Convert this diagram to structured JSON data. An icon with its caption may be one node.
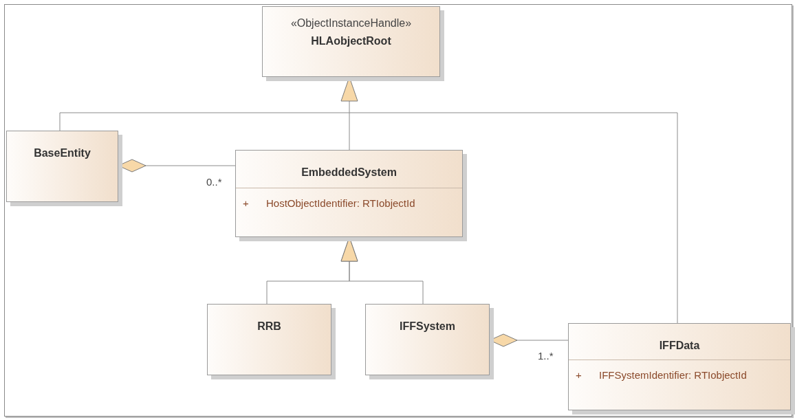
{
  "diagram": {
    "nodes": [
      {
        "text": [
          "«ObjectInstanceHandle»",
          "HLAobjectRoot"
        ]
      },
      {
        "text": [
          "BaseEntity"
        ]
      },
      {
        "text": [
          "EmbeddedSystem",
          "+",
          "HostObjectIdentifier: RTIobjectId"
        ]
      },
      {
        "text": [
          "RRB"
        ]
      },
      {
        "text": [
          "IFFSystem"
        ]
      },
      {
        "text": [
          "IFFData",
          "+",
          "IFFSystemIdentifier: RTIobjectId"
        ]
      }
    ],
    "edges": [
      {
        "from": 2,
        "to": 0,
        "arrow": "to"
      },
      {
        "from": 3,
        "to": 2,
        "arrow": "to"
      },
      {
        "from": 4,
        "to": 2,
        "arrow": "to"
      },
      {
        "from": 1,
        "to": 2,
        "arrow": "other",
        "label": "0..*"
      },
      {
        "from": 4,
        "to": 5,
        "arrow": "other",
        "label": "1..*"
      },
      {
        "from": 1,
        "to": 5,
        "arrow": "none"
      }
    ]
  }
}
